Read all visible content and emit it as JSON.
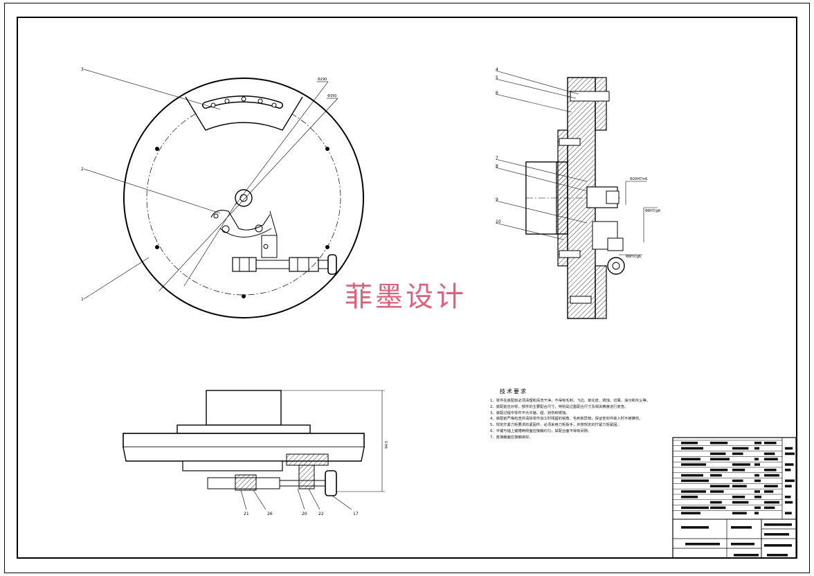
{
  "watermark": "菲墨设计",
  "technical_requirements": {
    "title": "技术要求",
    "items": [
      "1、零件在装配前必须清理和清洗干净，不得有毛刺、飞边、氧化皮、锈蚀、切屑、油污和灰尘等。",
      "2、装配前应对零、部件的主要配合尺寸，特别是过盈配合尺寸及相关精度进行复查。",
      "3、装配过程中零件不允许磕、碰、划伤和锈蚀。",
      "4、装配前严格检查并清除零件加工时残留的锐角、毛刺和异物，保证密封件装入时不被擦伤。",
      "5、规定拧紧力矩要求的紧固件，必须采用力矩扳手，并按规定的拧紧力矩紧固。",
      "6、平键与轴上键槽两侧面应接触均匀，其配合面不得有间隙。",
      "7、各接触面应接触良好。"
    ]
  },
  "front_view": {
    "part_labels": [
      "3",
      "2",
      "1"
    ],
    "dim_labels": [
      "Φ290",
      "Φ350"
    ]
  },
  "section_view": {
    "part_labels": [
      "4",
      "5",
      "6",
      "7",
      "8",
      "9",
      "10"
    ],
    "fit_labels": [
      "Φ20H7/n6",
      "Φ8H7/g6",
      "Φ8H7/g6"
    ]
  },
  "side_view": {
    "part_labels": [
      "21",
      "26",
      "20",
      "22",
      "17"
    ],
    "height_dim": "94.5"
  },
  "colors": {
    "line": "#000000",
    "hatch": "#222222",
    "watermark": "#d9627a"
  }
}
